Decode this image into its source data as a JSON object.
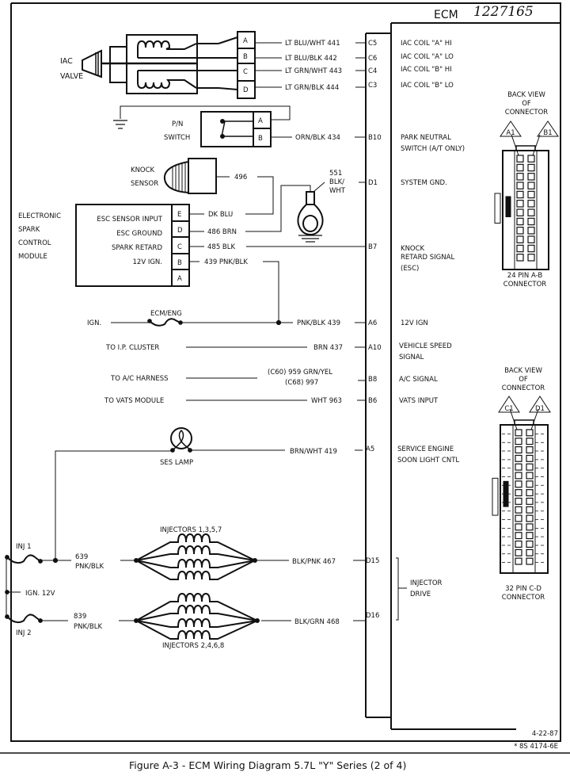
{
  "ecm": {
    "title": "ECM",
    "handwritten_part": "1227165"
  },
  "iac": {
    "label_line1": "IAC",
    "label_line2": "VALVE",
    "pins": [
      "A",
      "B",
      "C",
      "D"
    ],
    "wires": [
      {
        "wire": "LT BLU/WHT 441",
        "ecm_pin": "C5",
        "function": "IAC COIL \"A\" HI"
      },
      {
        "wire": "LT BLU/BLK  442",
        "ecm_pin": "C6",
        "function": "IAC COIL \"A\" LO"
      },
      {
        "wire": "LT GRN/WHT 443",
        "ecm_pin": "C4",
        "function": "IAC COIL \"B\" HI"
      },
      {
        "wire": "LT GRN/BLK  444",
        "ecm_pin": "C3",
        "function": "IAC COIL \"B\" LO"
      }
    ]
  },
  "pn_switch": {
    "label_line1": "P/N",
    "label_line2": "SWITCH",
    "pins": [
      "A",
      "B"
    ],
    "wire": "ORN/BLK  434",
    "ecm_pin": "B10",
    "function_line1": "PARK NEUTRAL",
    "function_line2": "SWITCH (A/T ONLY)"
  },
  "knock_sensor": {
    "label_line1": "KNOCK",
    "label_line2": "SENSOR",
    "wire": "496"
  },
  "ground": {
    "wire_line1": "551",
    "wire_line2": "BLK/",
    "wire_line3": "WHT",
    "ecm_pin": "D1",
    "function": "SYSTEM GND."
  },
  "esc_module": {
    "label_lines": [
      "ELECTRONIC",
      "SPARK",
      "CONTROL",
      "MODULE"
    ],
    "pins": [
      {
        "pin": "E",
        "name": "ESC SENSOR INPUT",
        "wire": "DK BLU"
      },
      {
        "pin": "D",
        "name": "ESC GROUND",
        "wire": "486 BRN"
      },
      {
        "pin": "C",
        "name": "SPARK RETARD",
        "wire": "485 BLK"
      },
      {
        "pin": "B",
        "name": "12V IGN.",
        "wire": "439 PNK/BLK"
      },
      {
        "pin": "A",
        "name": "",
        "wire": ""
      }
    ],
    "ecm_pin": "B7",
    "function_lines": [
      "KNOCK",
      "RETARD SIGNAL",
      "(ESC)"
    ]
  },
  "ign_circuit": {
    "source": "IGN.",
    "fuse": "ECM/ENG",
    "wire": "PNK/BLK 439",
    "ecm_pin": "A6",
    "function": "12V IGN"
  },
  "vss": {
    "source": "TO I.P. CLUSTER",
    "wire": "BRN 437",
    "ecm_pin": "A10",
    "function_line1": "VEHICLE SPEED",
    "function_line2": "SIGNAL"
  },
  "ac": {
    "source": "TO A/C HARNESS",
    "wire_line1": "(C60) 959 GRN/YEL",
    "wire_line2": "(C68) 997",
    "ecm_pin": "B8",
    "function": "A/C SIGNAL"
  },
  "vats": {
    "source": "TO VATS MODULE",
    "wire": "WHT 963",
    "ecm_pin": "B6",
    "function": "VATS INPUT"
  },
  "ses": {
    "lamp": "SES LAMP",
    "wire": "BRN/WHT 419",
    "ecm_pin": "A5",
    "function_line1": "SERVICE ENGINE",
    "function_line2": "SOON LIGHT CNTL"
  },
  "injectors": {
    "inj1_label": "INJ 1",
    "inj2_label": "INJ 2",
    "ign_label": "IGN. 12V",
    "bank1": {
      "label": "INJECTORS  1,3,5,7",
      "feed_line1": "639",
      "feed_line2": "PNK/BLK",
      "wire": "BLK/PNK 467",
      "ecm_pin": "D15"
    },
    "bank2": {
      "label": "INJECTORS 2,4,6,8",
      "feed_line1": "839",
      "feed_line2": "PNK/BLK",
      "wire": "BLK/GRN 468",
      "ecm_pin": "D16"
    },
    "function_line1": "INJECTOR",
    "function_line2": "DRIVE"
  },
  "connector_ab": {
    "heading_lines": [
      "BACK VIEW",
      "OF",
      "CONNECTOR"
    ],
    "pin_labels": [
      "A1",
      "B1"
    ],
    "footer_line1": "24 PIN  A-B",
    "footer_line2": "CONNECTOR"
  },
  "connector_cd": {
    "heading_lines": [
      "BACK VIEW",
      "OF",
      "CONNECTOR"
    ],
    "pin_labels": [
      "C1",
      "D1"
    ],
    "footer_line1": "32  PIN C-D",
    "footer_line2": "CONNECTOR"
  },
  "footer": {
    "date": "4-22-87",
    "code": "* 8S 4174-6E",
    "caption": "Figure  A-3 - ECM Wiring Diagram  5.7L  \"Y\"  Series  (2 of 4)"
  }
}
